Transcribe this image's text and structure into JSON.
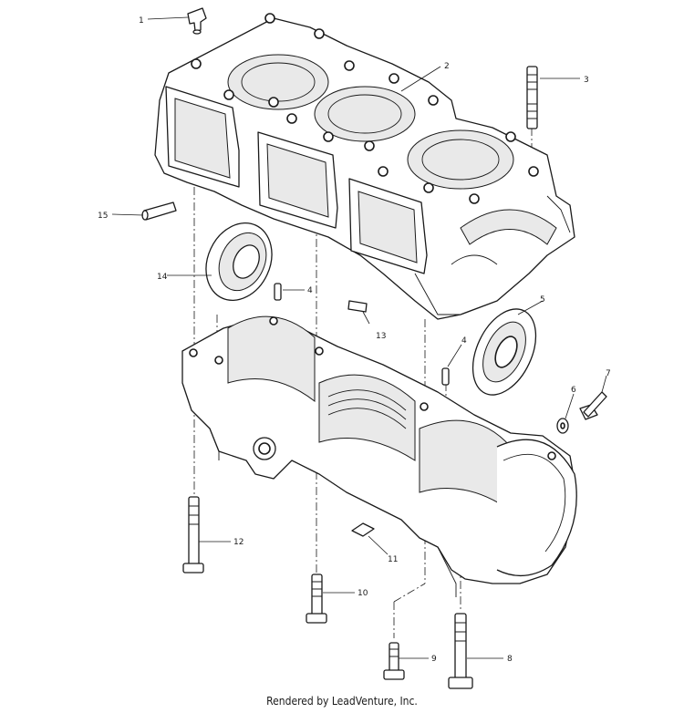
{
  "callouts": [
    "1",
    "2",
    "3",
    "4",
    "4",
    "5",
    "6",
    "7",
    "8",
    "9",
    "10",
    "11",
    "12",
    "13",
    "14",
    "15"
  ],
  "footer": "Rendered by LeadVenture, Inc."
}
